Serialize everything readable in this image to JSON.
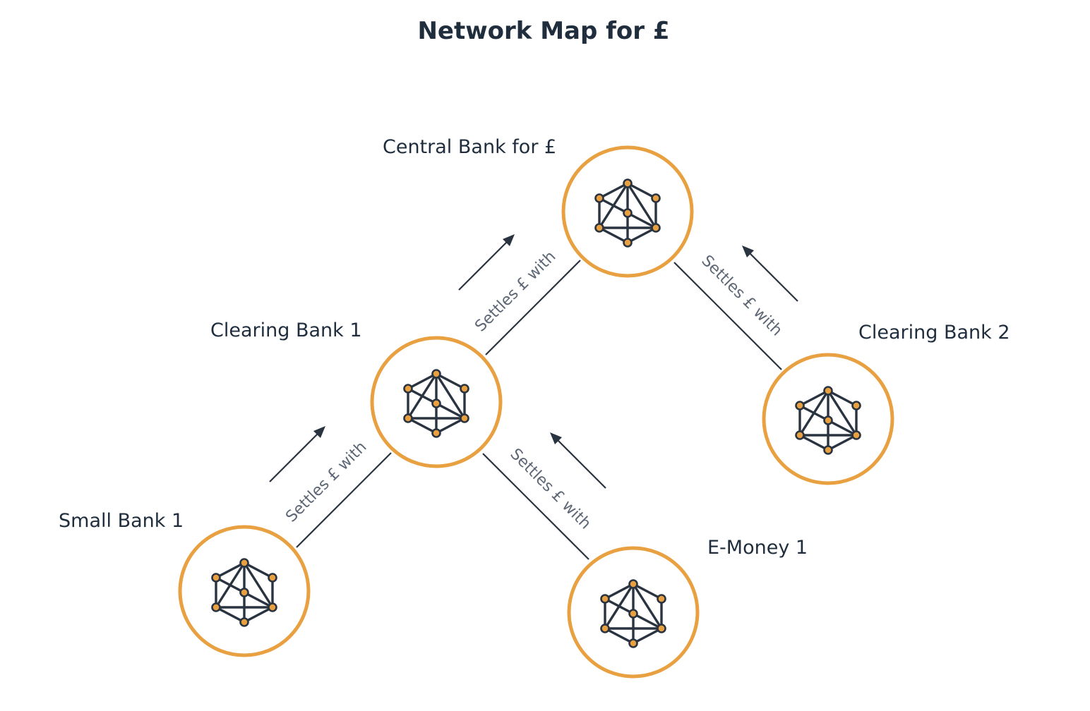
{
  "title": "Network Map for £",
  "colors": {
    "node_ring": "#e8a040",
    "icon_dot": "#e8a040",
    "ink": "#2a3340",
    "edge_label": "#5d6775"
  },
  "nodes": {
    "central_bank": {
      "label": "Central Bank for £",
      "icon": "network-mesh-icon"
    },
    "clearing_bank_1": {
      "label": "Clearing Bank 1",
      "icon": "network-mesh-icon"
    },
    "clearing_bank_2": {
      "label": "Clearing Bank 2",
      "icon": "network-mesh-icon"
    },
    "small_bank_1": {
      "label": "Small Bank 1",
      "icon": "network-mesh-icon"
    },
    "e_money_1": {
      "label": "E-Money 1",
      "icon": "network-mesh-icon"
    }
  },
  "edges": {
    "clearing1_to_central": {
      "from": "Clearing Bank 1",
      "to": "Central Bank for £",
      "label": "Settles £ with"
    },
    "clearing2_to_central": {
      "from": "Clearing Bank 2",
      "to": "Central Bank for £",
      "label": "Settles £ with"
    },
    "small1_to_clearing1": {
      "from": "Small Bank 1",
      "to": "Clearing Bank 1",
      "label": "Settles £ with"
    },
    "emoney1_to_clearing1": {
      "from": "E-Money 1",
      "to": "Clearing Bank 1",
      "label": "Settles £ with"
    }
  }
}
